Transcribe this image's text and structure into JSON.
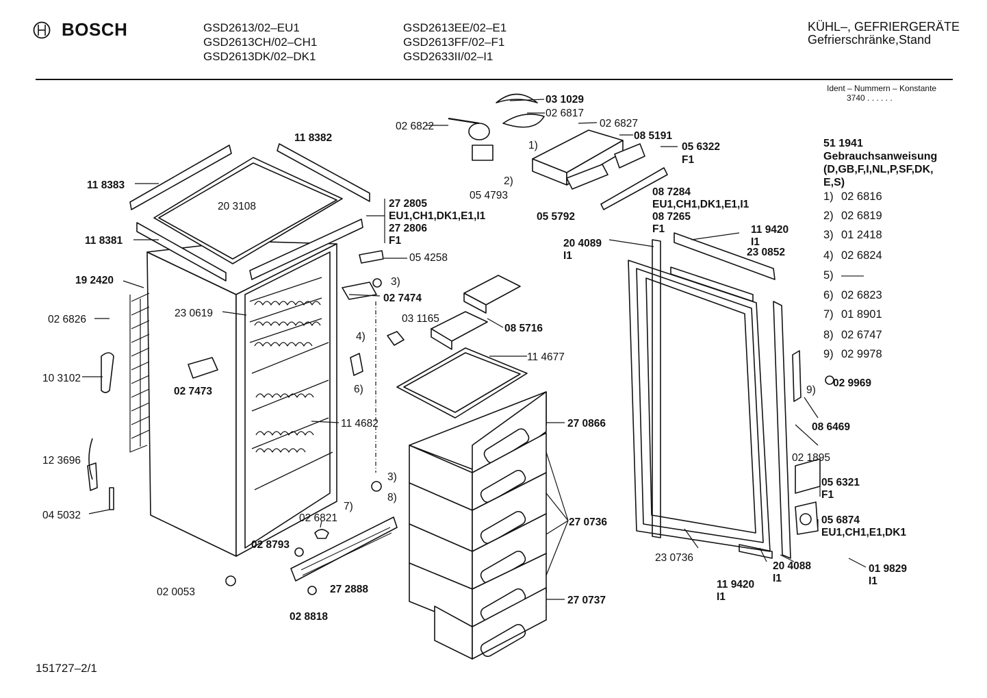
{
  "brand": {
    "name": "BOSCH",
    "logo_icon": "bosch-armature-logo"
  },
  "models": {
    "col1": [
      "GSD2613/02–EU1",
      "GSD2613CH/02–CH1",
      "GSD2613DK/02–DK1"
    ],
    "col2": [
      "GSD2613EE/02–E1",
      "GSD2613FF/02–F1",
      "GSD2633II/02–I1"
    ]
  },
  "category": {
    "line1": "KÜHL–, GEFRIERGERÄTE",
    "line2": "Gefrierschränke,Stand"
  },
  "ident": {
    "label": "Ident – Nummern – Konstante",
    "value": "3740 . . . . . ."
  },
  "manual": {
    "number": "51 1941",
    "title": "Gebrauchsanweisung",
    "langs1": "(D,GB,F,I,NL,P,SF,DK,",
    "langs2": "E,S)"
  },
  "footnotes": [
    {
      "n": "1)",
      "v": "02 6816"
    },
    {
      "n": "2)",
      "v": "02 6819"
    },
    {
      "n": "3)",
      "v": "01 2418"
    },
    {
      "n": "4)",
      "v": "02 6824"
    },
    {
      "n": "5)",
      "v": "——"
    },
    {
      "n": "6)",
      "v": "02 6823"
    },
    {
      "n": "7)",
      "v": "01 8901"
    },
    {
      "n": "8)",
      "v": "02 6747"
    },
    {
      "n": "9)",
      "v": "02 9978"
    }
  ],
  "callouts": {
    "c031029": "03 1029",
    "c026817": "02 6817",
    "c026822": "02 6822",
    "c026827": "02 6827",
    "c085191": "08 5191",
    "c056322": "05 6322",
    "f1a": "F1",
    "fn1": "1)",
    "fn2": "2)",
    "c054793": "05 4793",
    "c087284": "08 7284",
    "eu1ch1dk1e1i1": "EU1,CH1,DK1,E1,I1",
    "c087265": "08 7265",
    "f1b": "F1",
    "c055792": "05 5792",
    "c118382": "11 8382",
    "c118383": "11 8383",
    "c203108": "20 3108",
    "c272805": "27 2805",
    "eu1ch1dk1e1i1b": "EU1,CH1,DK1,E1,I1",
    "c272806": "27 2806",
    "f1c": "F1",
    "c118381": "11 8381",
    "c192420": "19 2420",
    "c054258": "05 4258",
    "fn3a": "3)",
    "c027474": "02 7474",
    "c026826": "02 6826",
    "c230619": "23 0619",
    "c031165": "03 1165",
    "fn4": "4)",
    "c085716": "08 5716",
    "c103102": "10 3102",
    "c027473": "02 7473",
    "c114677": "11 4677",
    "fn6": "6)",
    "c114682": "11 4682",
    "c270866": "27 0866",
    "c123696": "12 3696",
    "fn3b": "3)",
    "fn8": "8)",
    "fn7": "7)",
    "c045032": "04 5032",
    "c026821": "02 6821",
    "c270736": "27 0736",
    "c028793": "02 8793",
    "c020053": "02 0053",
    "c272888": "27 2888",
    "c028818": "02 8818",
    "c270737": "27 0737",
    "c204089": "20 4089",
    "i1a": "I1",
    "c119420a": "11 9420",
    "i1b": "I1",
    "c230852": "23 0852",
    "c029969": "02 9969",
    "fn9": "9)",
    "c086469": "08 6469",
    "c021895": "02 1895",
    "c056321": "05 6321",
    "f1d": "F1",
    "c056874": "05 6874",
    "eu1ch1e1dk1": "EU1,CH1,E1,DK1",
    "c230736": "23 0736",
    "c119420b": "11 9420",
    "i1c": "I1",
    "c204088": "20 4088",
    "i1d": "I1",
    "c019829": "01 9829",
    "i1e": "I1"
  },
  "footer": {
    "code": "151727–2/1"
  }
}
